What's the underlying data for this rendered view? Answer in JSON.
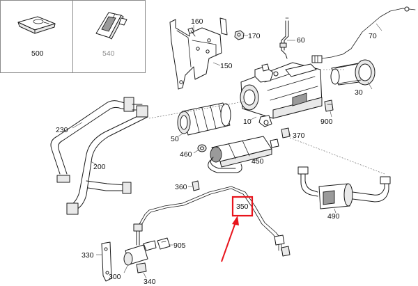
{
  "callouts": {
    "500": "500",
    "540": "540",
    "160": "160",
    "170": "170",
    "60": "60",
    "70": "70",
    "150": "150",
    "30": "30",
    "230": "230",
    "10": "10",
    "900": "900",
    "50": "50",
    "370": "370",
    "200": "200",
    "460": "460",
    "450": "450",
    "360": "360",
    "350": "350",
    "490": "490",
    "905": "905",
    "330": "330",
    "300": "300",
    "340": "340"
  },
  "highlight": {
    "callout": "350",
    "box_color": "#e8141c",
    "arrow_color": "#e8141c"
  }
}
